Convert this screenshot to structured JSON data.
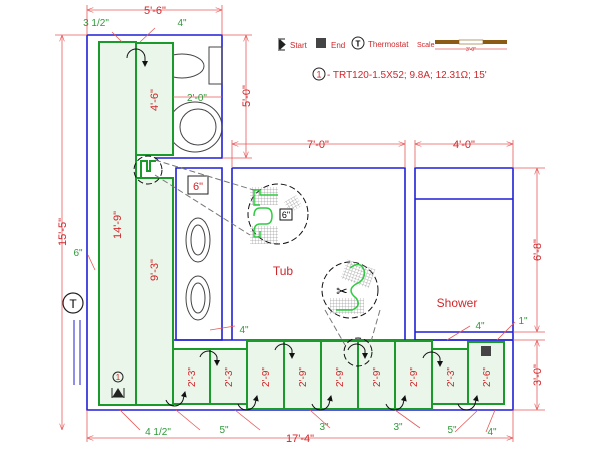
{
  "legend": {
    "start_label": "Start",
    "end_label": "End",
    "thermostat_label": "Thermostat",
    "thermostat_symbol": "T",
    "scale_label": "Scale",
    "scale_value": "3'-0\""
  },
  "circuit_note": {
    "number": "1",
    "text": "- TRT120-1.5X52; 9.8A; 12.31Ω; 15'"
  },
  "rooms": {
    "tub": "Tub",
    "shower": "Shower"
  },
  "dimensions": {
    "top_width": "5'-6\"",
    "left_height": "15'-5\"",
    "toilet_area_height": "5'-0\"",
    "tub_width": "7'-0\"",
    "shower_width": "4'-0\"",
    "shower_height": "6'-8\"",
    "bottom_strip_height": "3'-0\"",
    "total_width": "17'-4\"",
    "toilet_clearance": "2'-0\"",
    "vanity_box": "6\"",
    "detail_box": "6\""
  },
  "gaps": {
    "top_left": "3 1/2\"",
    "top_right": "4\"",
    "left_wall": "6\"",
    "vanity": "4\"",
    "shower_a": "4\"",
    "shower_b": "1\"",
    "bottom": [
      "4 1/2\"",
      "5\"",
      "3\"",
      "3\"",
      "5\"",
      "4\""
    ]
  },
  "mats": {
    "long_strip": "14'-9\"",
    "upper_strip": "4'-6\"",
    "middle_strip": "9'-3\"",
    "bottom_row": [
      "2'-3\"",
      "2'-3\"",
      "2'-9\"",
      "2'-9\"",
      "2'-9\"",
      "2'-9\"",
      "2'-9\"",
      "2'-3\"",
      "2'-6\""
    ]
  },
  "start_marker": {
    "circuit": "1"
  },
  "colors": {
    "wall": "#1f1fd6",
    "mat": "#1a9a2a",
    "dimension": "#d0262a"
  }
}
